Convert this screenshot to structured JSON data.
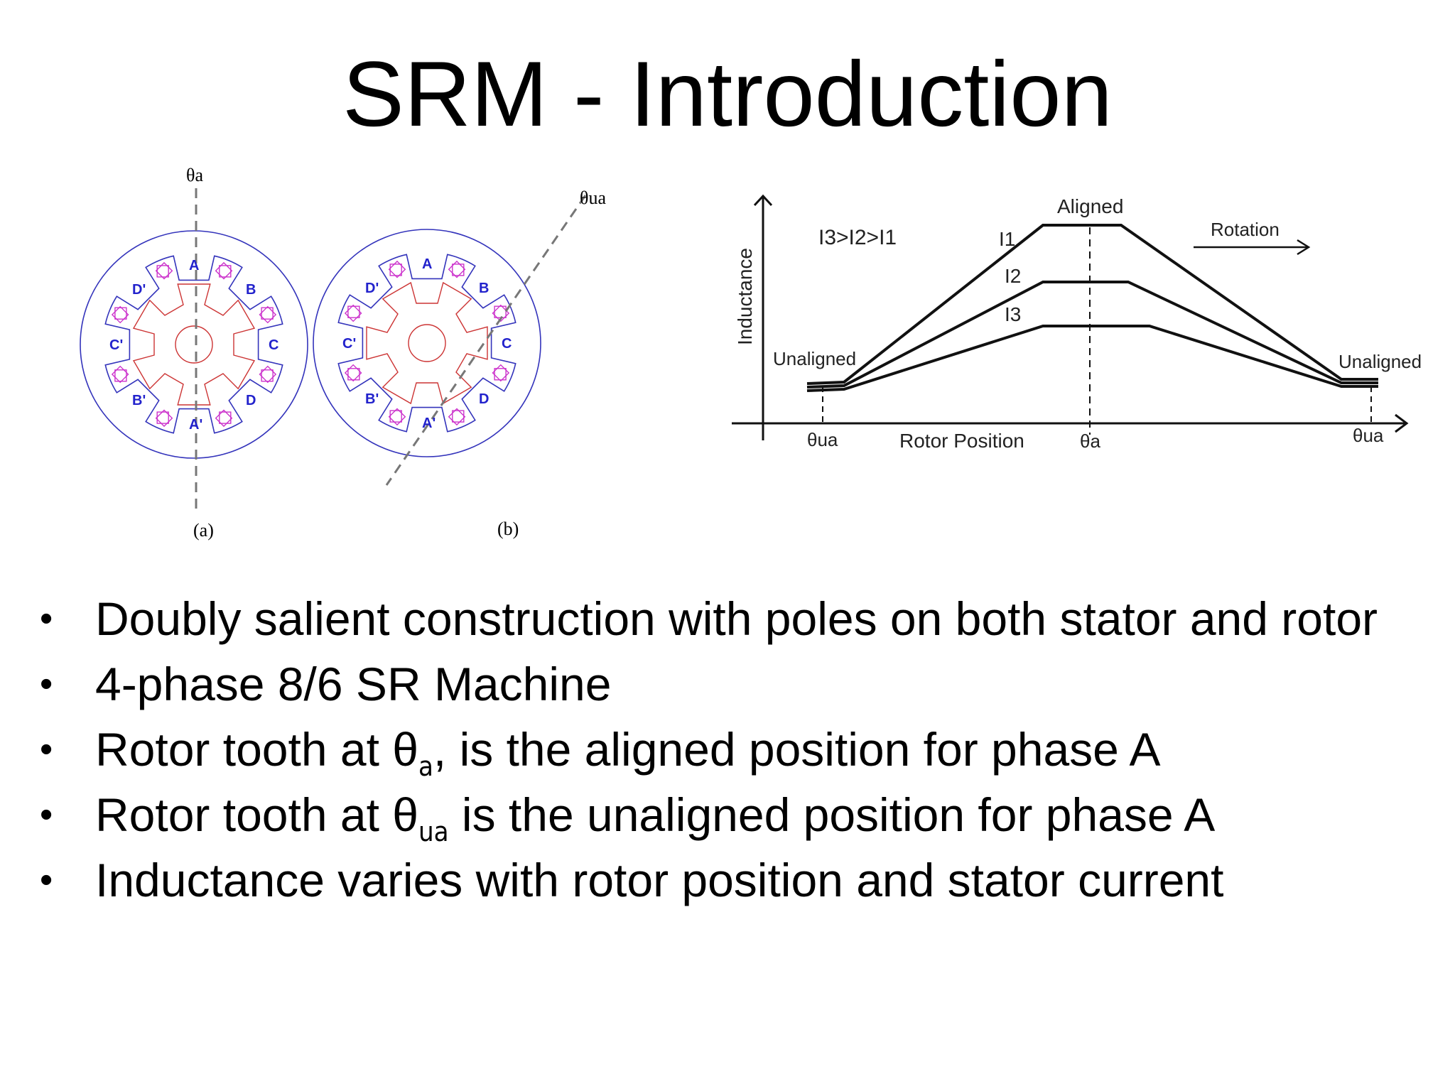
{
  "slide": {
    "title": "SRM - Introduction"
  },
  "figure": {
    "theta_a": "θa",
    "theta_ua": "θua",
    "caption_a": "(a)",
    "caption_b": "(b)",
    "pole_labels_a": [
      "A",
      "B",
      "C",
      "D",
      "A'",
      "B'",
      "C'",
      "D'"
    ],
    "pole_labels_b": [
      "A",
      "B",
      "C",
      "D",
      "A'",
      "B'",
      "C'",
      "D'"
    ],
    "colors": {
      "stator": "#3333bb",
      "rotor": "#cc3333",
      "coil": "#cc33cc",
      "label": "#2222cc"
    }
  },
  "graph": {
    "ylabel": "Inductance",
    "xlabel": "Rotor Position",
    "inequality": "I3>I2>I1",
    "aligned": "Aligned",
    "unaligned_left": "Unaligned",
    "unaligned_right": "Unaligned",
    "rotation": "Rotation",
    "tick_left": "θua",
    "tick_mid": "θa",
    "tick_right": "θua",
    "curves": [
      "I1",
      "I2",
      "I3"
    ]
  },
  "bullets": [
    {
      "pre": "Doubly salient construction with poles on both stator and rotor",
      "sub": "",
      "post": ""
    },
    {
      "pre": "4-phase 8/6 SR Machine",
      "sub": "",
      "post": ""
    },
    {
      "pre": "Rotor tooth at θ",
      "sub": "a",
      "post": ", is the aligned position for phase A"
    },
    {
      "pre": "Rotor tooth at θ",
      "sub": "ua",
      "post": " is the unaligned position for phase A"
    },
    {
      "pre": "Inductance varies with rotor position and stator current",
      "sub": "",
      "post": ""
    }
  ]
}
